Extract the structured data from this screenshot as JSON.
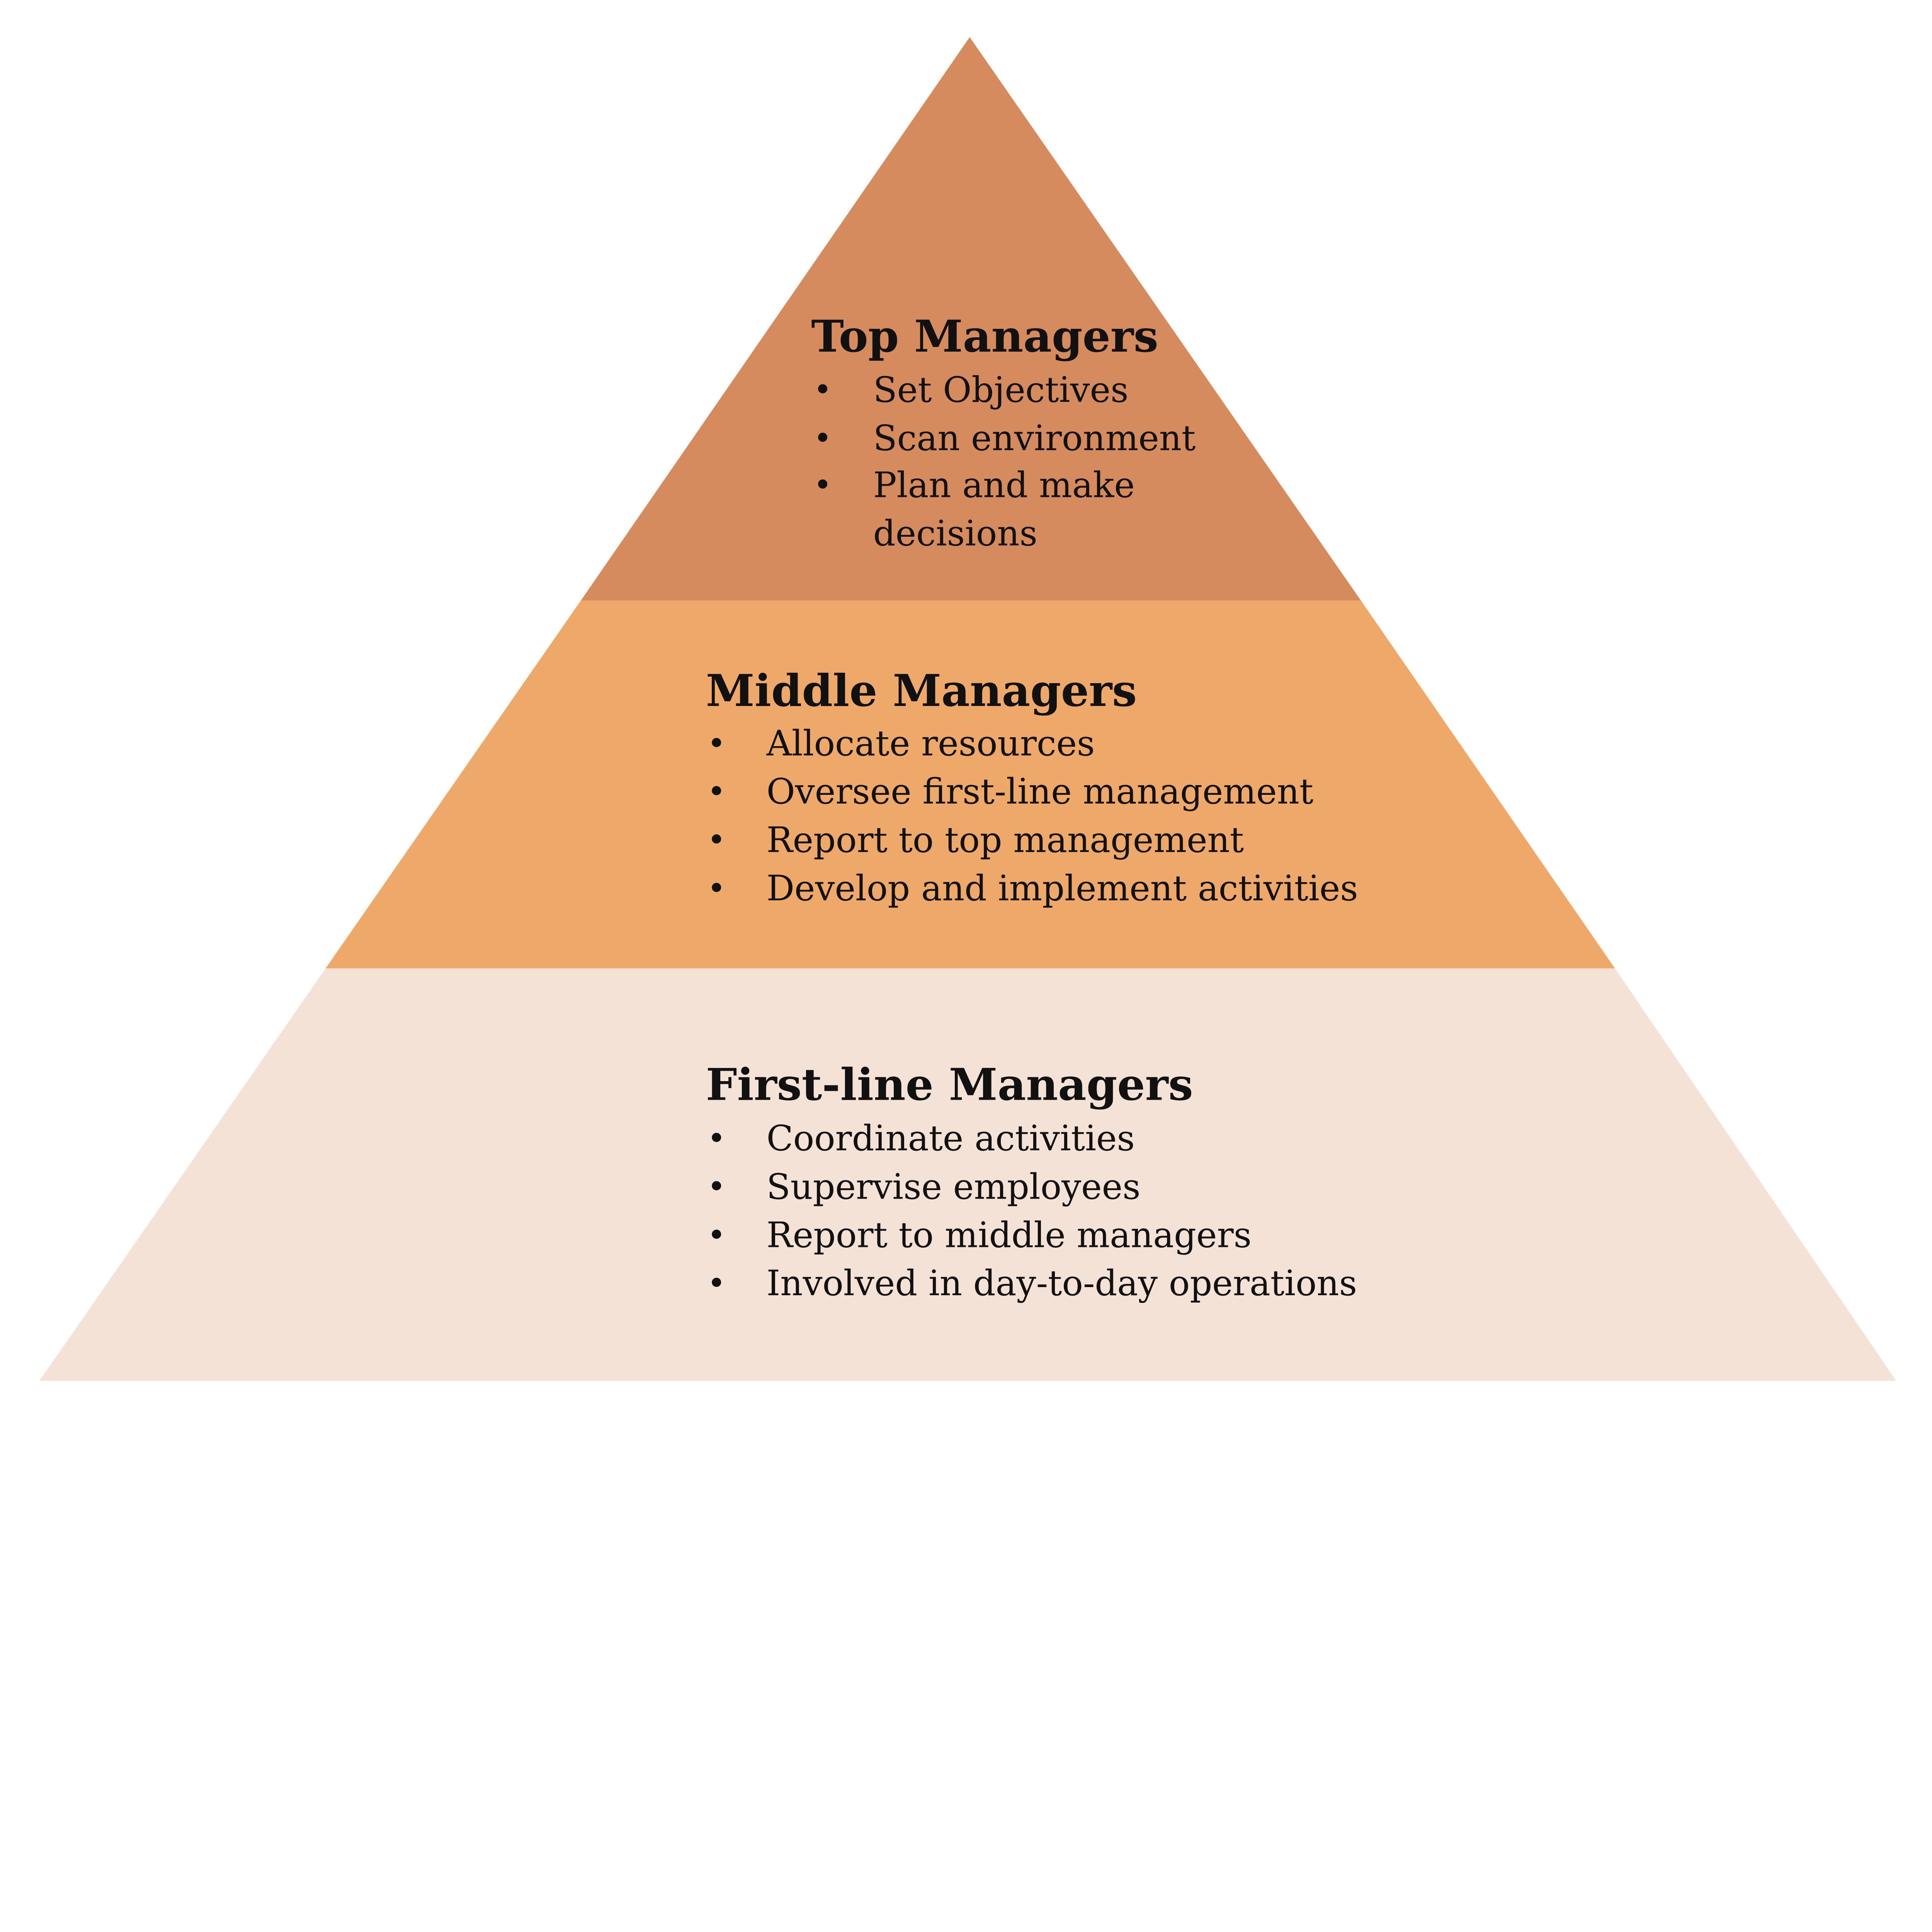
{
  "colors": {
    "top": "#D68B5E",
    "middle": "#EEA869",
    "bottom": "#F4E2D7",
    "text": "#111111"
  },
  "tiers": [
    {
      "title": "Top Managers",
      "items": [
        "Set Objectives",
        "Scan environment",
        "Plan and make",
        "decisions"
      ]
    },
    {
      "title": "Middle Managers",
      "items": [
        "Allocate resources",
        "Oversee first-line management",
        "Report to top management",
        "Develop and implement activities"
      ]
    },
    {
      "title": "First-line Managers",
      "items": [
        "Coordinate activities",
        "Supervise employees",
        "Report to middle managers",
        "Involved in day-to-day operations"
      ]
    }
  ],
  "bullet": "•"
}
